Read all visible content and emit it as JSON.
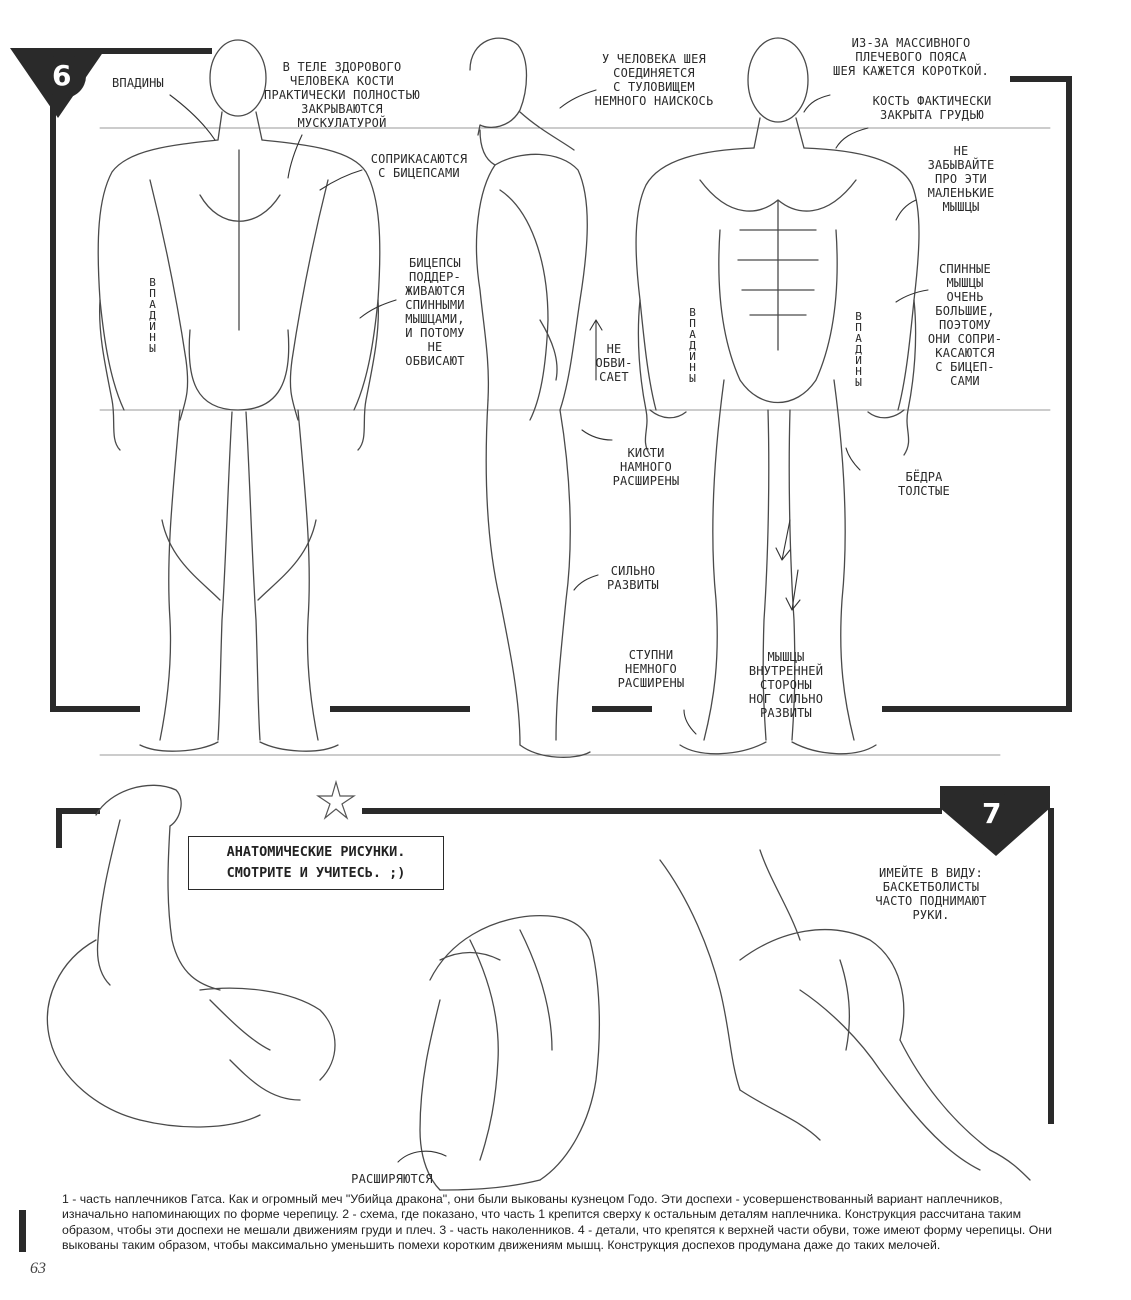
{
  "section6": {
    "number": "6",
    "notes": {
      "vpadiny_top": "ВПАДИНЫ",
      "bones_covered": "В ТЕЛЕ ЗДОРОВОГО\nЧЕЛОВЕКА КОСТИ\nПРАКТИЧЕСКИ ПОЛНОСТЬЮ\nЗАКРЫВАЮТСЯ\nМУСКУЛАТУРОЙ",
      "touch_biceps": "СОПРИКАСАЮТСЯ\nС БИЦЕПСАМИ",
      "biceps_supported": "БИЦЕПСЫ\nПОДДЕР-\nЖИВАЮТСЯ\nСПИННЫМИ\nМЫШЦАМИ,\nИ ПОТОМУ\nНЕ\nОБВИСАЮТ",
      "vpadiny_back": "ВПАДИНЫ",
      "neck_angle": "У ЧЕЛОВЕКА ШЕЯ\nСОЕДИНЯЕТСЯ\nС ТУЛОВИЩЕМ\nНЕМНОГО НАИСКОСЬ",
      "not_sag": "НЕ\nОБВИ-\nСАЕТ",
      "hands_wide": "КИСТИ\nНАМНОГО\nРАСШИРЕНЫ",
      "strongly_developed": "СИЛЬНО\nРАЗВИТЫ",
      "feet_wide": "СТУПНИ\nНЕМНОГО\nРАСШИРЕНЫ",
      "inner_leg": "МЫШЦЫ\nВНУТРЕННЕЙ\nСТОРОНЫ\nНОГ СИЛЬНО\nРАЗВИТЫ",
      "shoulder_belt": "ИЗ-ЗА МАССИВНОГО\nПЛЕЧЕВОГО ПОЯСА\nШЕЯ КАЖЕТСЯ КОРОТКОЙ.",
      "bone_chest": "КОСТЬ ФАКТИЧЕСКИ\nЗАКРЫТА ГРУДЬЮ",
      "small_muscles": "НЕ\nЗАБЫВАЙТЕ\nПРО ЭТИ\nМАЛЕНЬКИЕ\nМЫШЦЫ",
      "back_muscles_big": "СПИННЫЕ\nМЫШЦЫ\nОЧЕНЬ\nБОЛЬШИЕ,\nПОЭТОМУ\nОНИ СОПРИ-\nКАСАЮТСЯ\nС БИЦЕП-\nСАМИ",
      "thighs_thick": "БЁДРА\nТОЛСТЫЕ",
      "vpadiny_front_left": "ВПАДИНЫ",
      "vpadiny_front_right": "ВПАДИНЫ"
    }
  },
  "section7": {
    "number": "7",
    "callout": "АНАТОМИЧЕСКИЕ РИСУНКИ.\nСМОТРИТЕ И УЧИТЕСЬ. ;)",
    "note_basketball": "ИМЕЙТЕ В ВИДУ:\nБАСКЕТБОЛИСТЫ\nЧАСТО ПОДНИМАЮТ\nРУКИ.",
    "note_expand": "РАСШИРЯЮТСЯ"
  },
  "caption": "1 - часть наплечников Гатса. Как и огромный меч \"Убийца дракона\", они были выкованы кузнецом Годо. Эти доспехи - усовершенствованный вариант наплечников, изначально напоминающих по форме черепицу. 2 - схема, где показано, что часть 1 крепится сверху к остальным деталям наплечника. Конструкция рассчитана таким образом, чтобы эти доспехи не мешали движениям груди и плеч. 3 - часть наколенников. 4 - детали, что крепятся к верхней части обуви, тоже имеют форму черепицы. Они выкованы таким образом, чтобы максимально уменьшить помехи коротким движениям мышц. Конструкция доспехов продумана даже до таких мелочей.",
  "page_number": "63",
  "colors": {
    "ink": "#2a2a2a",
    "pencil": "#4a4a4a",
    "paper": "#ffffff"
  }
}
